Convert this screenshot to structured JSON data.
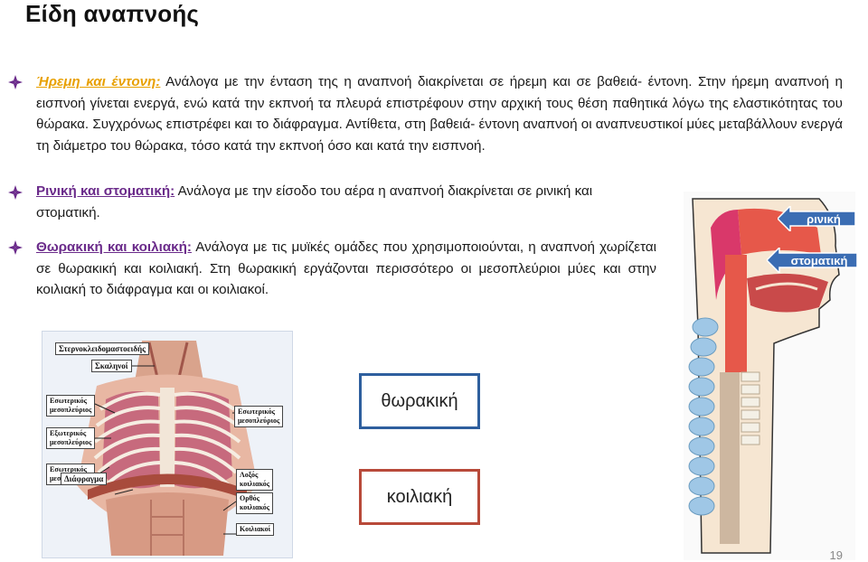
{
  "title": "Είδη αναπνοής",
  "bullets": [
    {
      "keyword": "Ήρεμη και έντονη:",
      "text_line1": " Ανάλογα με την ένταση της η αναπνοή διακρίνεται σε ήρεμη και σε βαθειά- έντονη.",
      "text_rest": "Στην ήρεμη αναπνοή η εισπνοή γίνεται ενεργά, ενώ κατά την εκπνοή τα πλευρά επιστρέφουν στην αρχική τους θέση παθητικά λόγω της ελαστικότητας του θώρακα. Συγχρόνως επιστρέφει και το διάφραγμα. Αντίθετα, στη βαθειά- έντονη αναπνοή οι αναπνευστικοί μύες μεταβάλλουν ενεργά τη διάμετρο του θώρακα, τόσο κατά την εκπνοή όσο και κατά την εισπνοή."
    },
    {
      "keyword": "Ρινική και στοματική:",
      "text": " Ανάλογα με την είσοδο του αέρα η αναπνοή διακρίνεται σε ρινική και στοματική."
    },
    {
      "keyword": "Θωρακική  και κοιλιακή:",
      "text": " Ανάλογα με τις μυϊκές ομάδες που χρησιμοποιούνται, η αναπνοή χωρίζεται σε θωρακική και κοιλιακή.  Στη θωρακική εργάζονται περισσότερο οι μεσοπλεύριοι μύες και στην  κοιλιακή το διάφραγμα και οι κοιλιακοί."
    }
  ],
  "chest_labels": {
    "top": "Στερνοκλειδομαστοειδής",
    "scalenes": "Σκαληνοί",
    "ext_left": "Εσωτερικός\nμεσοπλεύριος",
    "int_left": "Εξωτερικός\nμεσοπλεύριος",
    "ext_left2": "Εσωτερικός\nμεσοπλεύριος",
    "right_upper": "Εσωτερικός\nμεσοπλεύριος",
    "diaphragm": "Διάφραγμα",
    "oblique": "Λοξός\nκοιλιακός",
    "rectus": "Ορθός\nκοιλιακός",
    "abdominals": "Κοιλιακοί"
  },
  "head_labels": {
    "nasal": "ρινική",
    "oral": "στοματική"
  },
  "callouts": {
    "thoracic": "θωρακική",
    "abdominal": "κοιλιακή"
  },
  "page_number": "19",
  "colors": {
    "keyword1": "#e8a000",
    "keyword_other": "#6a2a8a",
    "callout_blue": "#2e5f9e",
    "callout_red": "#b84a3a",
    "arrow_blue": "#3b6db3"
  }
}
